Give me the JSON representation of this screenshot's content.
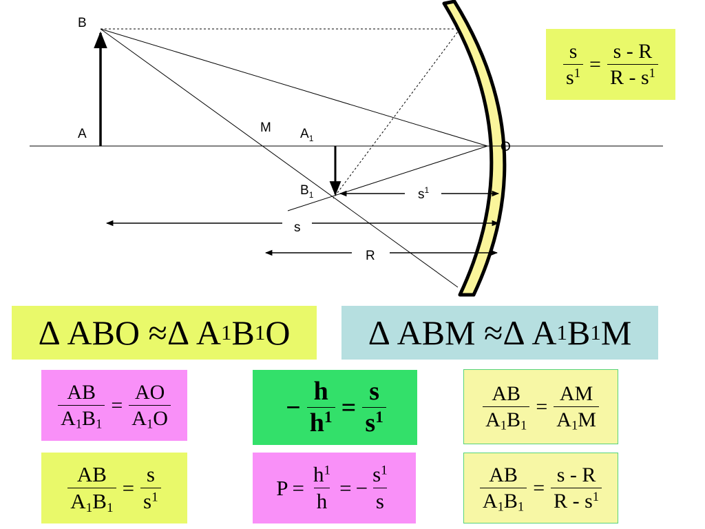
{
  "colors": {
    "yellow_box": "#e9f96a",
    "blue_box": "#b6dfe0",
    "pink_box": "#f990f8",
    "green_box": "#33e06a",
    "pale_box": "#f7f7a5",
    "mirror_fill": "#faf59b"
  },
  "diagram": {
    "point_b": "B",
    "point_a": "A",
    "point_m": "M",
    "point_a1": "A",
    "point_a1_sub": "1",
    "point_b1": "B",
    "point_b1_sub": "1",
    "point_o": "O",
    "dim_s1": "s",
    "dim_s1_sup": "1",
    "dim_s": "s",
    "dim_r": "R"
  },
  "formula_top": {
    "n1": "s",
    "d1": "s",
    "d1sup": "1",
    "eq": "=",
    "n2": "s - R",
    "d2": "R - s",
    "d2sup": "1"
  },
  "similar_abo": {
    "text1": "Δ ABO  ≈Δ A",
    "s1": "1",
    "text2": "B",
    "s2": "1",
    "text3": "O"
  },
  "similar_abm": {
    "text1": "Δ ABM  ≈Δ A",
    "s1": "1",
    "text2": "B",
    "s2": "1",
    "text3": "M"
  },
  "ratio_ao": {
    "n1": "AB",
    "d1a": "A",
    "d1s1": "1",
    "d1b": "B",
    "d1s2": "1",
    "eq": "=",
    "n2": "AO",
    "d2a": "A",
    "d2s": "1",
    "d2b": "O"
  },
  "ratio_h": {
    "minus": "−",
    "n1": "h",
    "d1": "h",
    "d1sup": "1",
    "eq": "=",
    "n2": "s",
    "d2": "s",
    "d2sup": "1"
  },
  "ratio_am": {
    "n1": "AB",
    "d1a": "A",
    "d1s1": "1",
    "d1b": "B",
    "d1s2": "1",
    "eq": "=",
    "n2": "AM",
    "d2a": "A",
    "d2s": "1",
    "d2b": "M"
  },
  "ratio_s": {
    "n1": "AB",
    "d1a": "A",
    "d1s1": "1",
    "d1b": "B",
    "d1s2": "1",
    "eq": "=",
    "n2": "s",
    "d2": "s",
    "d2sup": "1"
  },
  "magnification": {
    "p": "P",
    "eq1": "=",
    "n1": "h",
    "n1sup": "1",
    "d1": "h",
    "eq2": "=",
    "minus": "−",
    "n2": "s",
    "n2sup": "1",
    "d2": "s"
  },
  "ratio_sr": {
    "n1": "AB",
    "d1a": "A",
    "d1s1": "1",
    "d1b": "B",
    "d1s2": "1",
    "eq": "=",
    "n2": "s - R",
    "d2": "R - s",
    "d2sup": "1"
  }
}
